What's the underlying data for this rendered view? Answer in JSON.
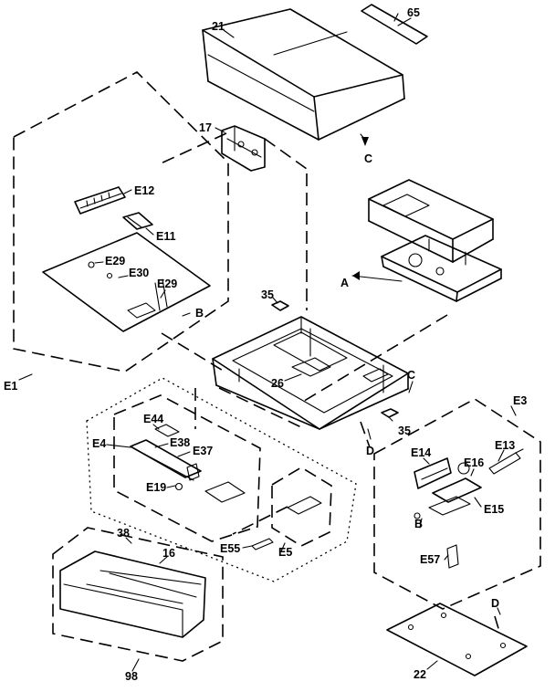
{
  "labels": {
    "n21": "21",
    "n65": "65",
    "n17": "17",
    "cTop": "C",
    "e12": "E12",
    "e11": "E11",
    "e29a": "E29",
    "e30": "E30",
    "e29b": "E29",
    "bLeft": "B",
    "e1": "E1",
    "aRight": "A",
    "n35a": "35",
    "n26": "26",
    "cMid": "C",
    "n35b": "35",
    "dMid": "D",
    "e3": "E3",
    "e44": "E44",
    "e4": "E4",
    "e38": "E38",
    "e37": "E37",
    "e19": "E19",
    "e14": "E14",
    "e13": "E13",
    "e16": "E16",
    "e15": "E15",
    "bRight": "B",
    "e57": "E57",
    "e55": "E55",
    "e5": "E5",
    "n38": "38",
    "n16": "16",
    "dBottom": "D",
    "n98": "98",
    "n22": "22"
  }
}
